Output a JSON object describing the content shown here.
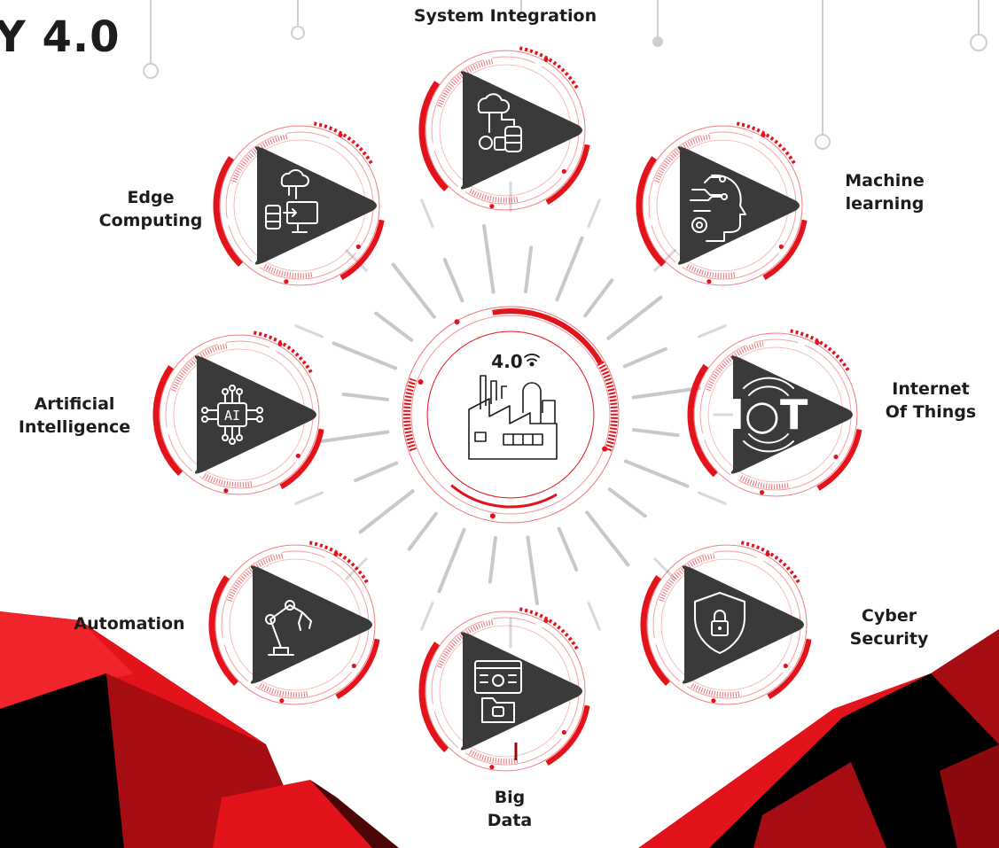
{
  "title": "Y 4.0",
  "center": {
    "badge": "4.0",
    "icon": "factory-wifi-icon"
  },
  "nodes": [
    {
      "id": "system-integration",
      "lines": [
        "System Integration"
      ],
      "icon": "cloud-database-gear-icon"
    },
    {
      "id": "machine-learning",
      "lines": [
        "Machine",
        "learning"
      ],
      "icon": "head-circuit-gear-icon"
    },
    {
      "id": "internet-of-things",
      "lines": [
        "Internet",
        "Of Things"
      ],
      "icon": "iot-icon"
    },
    {
      "id": "cyber-security",
      "lines": [
        "Cyber",
        "Security"
      ],
      "icon": "shield-lock-icon"
    },
    {
      "id": "big-data",
      "lines": [
        "Big",
        "Data"
      ],
      "icon": "data-folder-icon"
    },
    {
      "id": "automation",
      "lines": [
        "Automation"
      ],
      "icon": "robot-arm-icon"
    },
    {
      "id": "artificial-intelligence",
      "lines": [
        "Artificial",
        "Intelligence"
      ],
      "icon": "ai-chip-icon"
    },
    {
      "id": "edge-computing",
      "lines": [
        "Edge",
        "Computing"
      ],
      "icon": "cloud-server-monitor-icon"
    }
  ],
  "colors": {
    "accent": "#e3131b",
    "dark_red": "#a50d12",
    "node_fill": "#3a3a3a",
    "text": "#1c1c1c",
    "spoke": "#c8c8c8"
  }
}
